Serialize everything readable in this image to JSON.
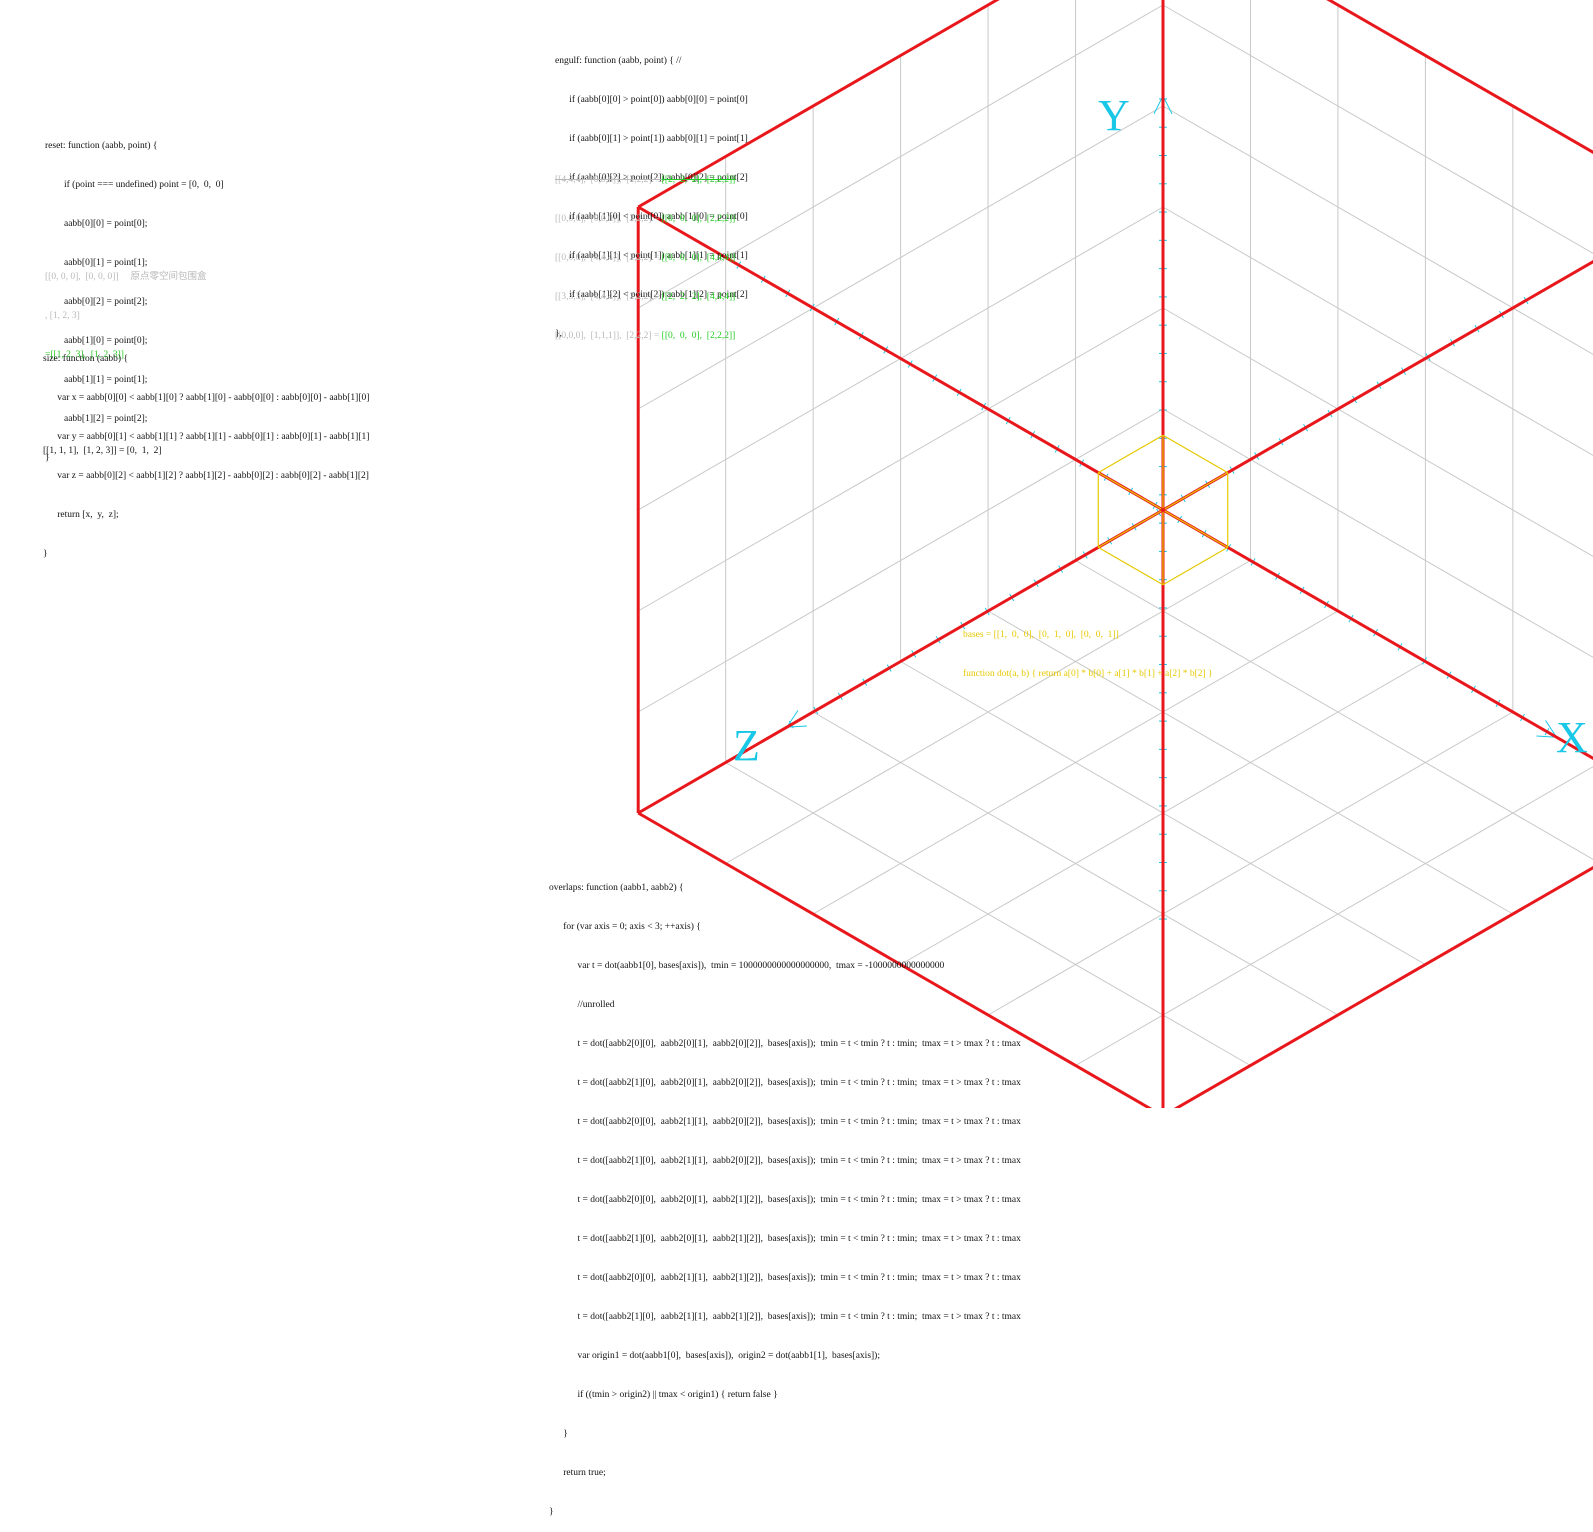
{
  "reset_block": {
    "lines": [
      "reset: function (aabb, point) {",
      "        if (point === undefined) point = [0,  0,  0]",
      "        aabb[0][0] = point[0];",
      "        aabb[0][1] = point[1];",
      "        aabb[0][2] = point[2];",
      "        aabb[1][0] = point[0];",
      "        aabb[1][1] = point[1];",
      "        aabb[1][2] = point[2];",
      "}"
    ],
    "example_input": "[[0, 0, 0],  [0, 0, 0]]     原点零空间包围盒",
    "example_point": ", [1, 2, 3]",
    "example_result": "=[[1, 2, 3],  [1, 2, 3]]"
  },
  "size_block": {
    "lines": [
      "size: function (aabb) {",
      "      var x = aabb[0][0] < aabb[1][0] ? aabb[1][0] - aabb[0][0] : aabb[0][0] - aabb[1][0]",
      "      var y = aabb[0][1] < aabb[1][1] ? aabb[1][1] - aabb[0][1] : aabb[0][1] - aabb[1][1]",
      "      var z = aabb[0][2] < aabb[1][2] ? aabb[1][2] - aabb[0][2] : aabb[0][2] - aabb[1][2]",
      "      return [x,  y,  z];",
      "}"
    ],
    "example": "[[1, 1, 1],  [1, 2, 3]] = [0,  1,  2]"
  },
  "engulf_block": {
    "lines": [
      "engulf: function (aabb, point) { //",
      "      if (aabb[0][0] > point[0]) aabb[0][0] = point[0]",
      "      if (aabb[0][1] > point[1]) aabb[0][1] = point[1]",
      "      if (aabb[0][2] > point[2]) aabb[0][2] = point[2]",
      "      if (aabb[1][0] < point[0]) aabb[1][0] = point[0]",
      "      if (aabb[1][1] < point[1]) aabb[1][1] = point[1]",
      "      if (aabb[1][2] < point[2]) aabb[1][2] = point[2]",
      "},"
    ],
    "examples": [
      {
        "input": "[[4,4,4],  [0,0,0]],  [2,2,2] = ",
        "result": "[[2,  2,  2],  [2,2,2]]",
        "struck": true
      },
      {
        "input": "[[0,0,0],  [0,0,0]],  [2,2,2] = ",
        "result": "[[0,  0,  0],  [2,2,2]]",
        "struck": false
      },
      {
        "input": "[[0,0,0],  [4,4,4]],  [2,2,2] = ",
        "result": "[[0,  0,  0],  [4,4,4]]",
        "struck": false
      },
      {
        "input": "[[3,3,3],  [4,4,4]],  [2,2,2] = ",
        "result": "[[2,  2,  2],  [4,4,4]]",
        "struck": false
      },
      {
        "input": "[[0,0,0],  [1,1,1]],  [2,2,2] = ",
        "result": "[[0,  0,  0],  [2,2,2]]",
        "struck": false
      }
    ]
  },
  "bases_note": {
    "line1": "bases = [[1,  0,  0],  [0,  1,  0],  [0,  0,  1]]",
    "line2": "function dot(a, b) { return a[0] * b[0] + a[1] * b[1] + a[2] * b[2] }"
  },
  "overlaps_block": {
    "lines": [
      "overlaps: function (aabb1, aabb2) {",
      "      for (var axis = 0; axis < 3; ++axis) {",
      "            var t = dot(aabb1[0], bases[axis]),  tmin = 1000000000000000000,  tmax = -1000000000000000",
      "            //unrolled",
      "            t = dot([aabb2[0][0],  aabb2[0][1],  aabb2[0][2]],  bases[axis]);  tmin = t < tmin ? t : tmin;  tmax = t > tmax ? t : tmax",
      "            t = dot([aabb2[1][0],  aabb2[0][1],  aabb2[0][2]],  bases[axis]);  tmin = t < tmin ? t : tmin;  tmax = t > tmax ? t : tmax",
      "            t = dot([aabb2[0][0],  aabb2[1][1],  aabb2[0][2]],  bases[axis]);  tmin = t < tmin ? t : tmin;  tmax = t > tmax ? t : tmax",
      "            t = dot([aabb2[1][0],  aabb2[1][1],  aabb2[0][2]],  bases[axis]);  tmin = t < tmin ? t : tmin;  tmax = t > tmax ? t : tmax",
      "            t = dot([aabb2[0][0],  aabb2[0][1],  aabb2[1][2]],  bases[axis]);  tmin = t < tmin ? t : tmin;  tmax = t > tmax ? t : tmax",
      "            t = dot([aabb2[1][0],  aabb2[0][1],  aabb2[1][2]],  bases[axis]);  tmin = t < tmin ? t : tmin;  tmax = t > tmax ? t : tmax",
      "            t = dot([aabb2[0][0],  aabb2[1][1],  aabb2[1][2]],  bases[axis]);  tmin = t < tmin ? t : tmin;  tmax = t > tmax ? t : tmax",
      "            t = dot([aabb2[1][0],  aabb2[1][1],  aabb2[1][2]],  bases[axis]);  tmin = t < tmin ? t : tmin;  tmax = t > tmax ? t : tmax",
      "            var origin1 = dot(aabb1[0],  bases[axis]),  origin2 = dot(aabb1[1],  bases[axis]);",
      "            if ((tmin > origin2) || tmax < origin1) { return false }",
      "      }",
      "      return true;",
      "}"
    ]
  },
  "axes": {
    "x_label": "X",
    "y_label": "Y",
    "z_label": "Z"
  },
  "colors": {
    "axis": "#19c7e6",
    "big_box": "#e8171c",
    "small_box": "#e6c800",
    "grid": "#c8c8c8",
    "code_result": "#22cc22",
    "code_example": "#b8b8b8"
  }
}
